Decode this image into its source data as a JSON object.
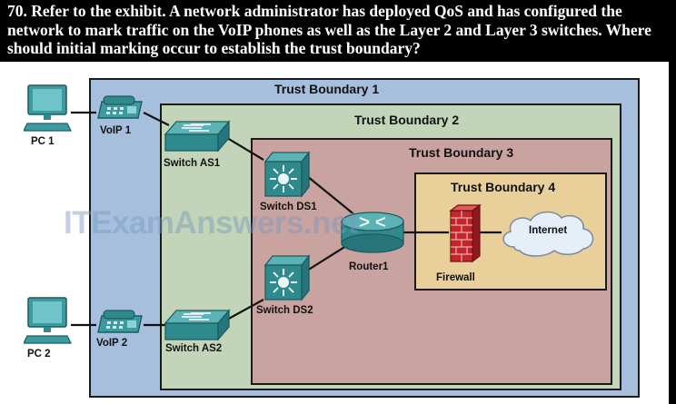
{
  "question": {
    "text": "70. Refer to the exhibit. A network administrator has deployed QoS and has configured the network to mark traffic on the VoIP phones as well as the Layer 2 and Layer 3 switches. Where should initial marking occur to establish the trust boundary?"
  },
  "diagram": {
    "boundaries": {
      "tb1": "Trust Boundary 1",
      "tb2": "Trust Boundary 2",
      "tb3": "Trust Boundary 3",
      "tb4": "Trust Boundary 4"
    },
    "devices": {
      "pc1": "PC 1",
      "pc2": "PC 2",
      "voip1": "VoIP 1",
      "voip2": "VoIP 2",
      "switch_as1": "Switch AS1",
      "switch_as2": "Switch AS2",
      "switch_ds1": "Switch DS1",
      "switch_ds2": "Switch DS2",
      "router1": "Router1",
      "firewall": "Firewall",
      "internet": "Internet"
    },
    "watermark": "ITExamAnswers.net",
    "colors": {
      "tb1": "#a6bfdc",
      "tb2": "#c2d5b9",
      "tb3": "#c9a3a0",
      "tb4": "#e9cf9a",
      "device_teal": "#2f8a8d"
    }
  }
}
